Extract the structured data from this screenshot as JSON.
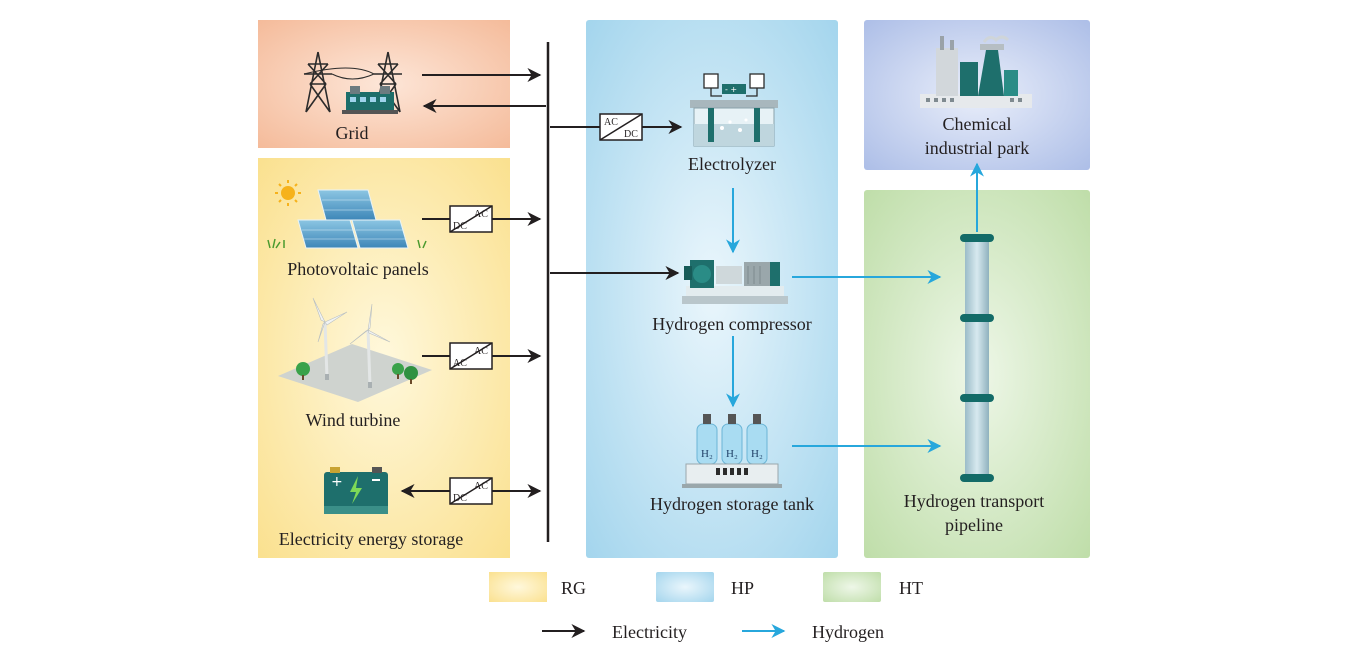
{
  "components": {
    "grid": "Grid",
    "pv": "Photovoltaic panels",
    "wind": "Wind turbine",
    "storage": "Electricity energy storage",
    "electrolyzer": "Electrolyzer",
    "compressor": "Hydrogen compressor",
    "tank": "Hydrogen storage tank",
    "park_line1": "Chemical",
    "park_line2": "industrial park",
    "pipeline_line1": "Hydrogen transport",
    "pipeline_line2": "pipeline"
  },
  "converters": {
    "ac": "AC",
    "dc": "DC"
  },
  "tank_label": "H₂",
  "legend": {
    "rg": "RG",
    "hp": "HP",
    "ht": "HT",
    "electricity": "Electricity",
    "hydrogen": "Hydrogen"
  },
  "colors": {
    "grid_zone": "#f6c3a6",
    "rg_zone": "#fbe49a",
    "hp_zone": "#a9d8ee",
    "park_zone": "#b3c3e8",
    "ht_zone": "#c4e1b0",
    "electricity_arrow": "#231f20",
    "hydrogen_arrow": "#27a7dc",
    "pipe_ring": "#136b68"
  },
  "icons": [
    "transmission-tower-icon",
    "substation-icon",
    "sun-icon",
    "solar-panel-icon",
    "wind-turbine-icon",
    "tree-icon",
    "battery-icon",
    "electrolyzer-icon",
    "compressor-icon",
    "hydrogen-tank-icon",
    "factory-icon",
    "pipeline-icon"
  ]
}
